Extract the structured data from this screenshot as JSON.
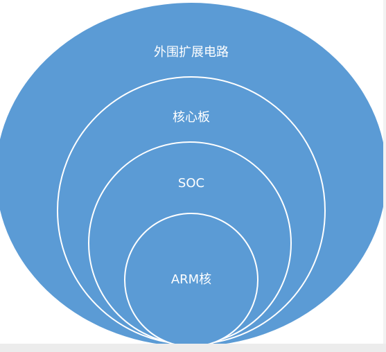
{
  "diagram": {
    "fill_color": "#5b9bd5",
    "stroke_color": "#ffffff",
    "background_color": "#ffffff",
    "layers": [
      {
        "label": "外围扩展电路"
      },
      {
        "label": "核心板"
      },
      {
        "label": "SOC"
      },
      {
        "label": "ARM核"
      }
    ]
  }
}
